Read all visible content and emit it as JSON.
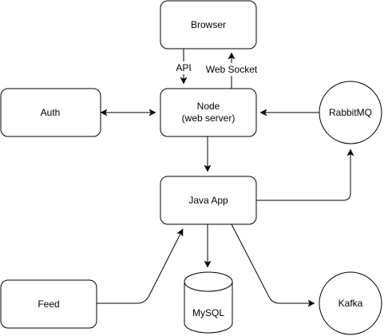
{
  "nodes": {
    "browser": {
      "label": "Browser",
      "shape": "rounded-rect"
    },
    "auth": {
      "label": "Auth",
      "shape": "rounded-rect"
    },
    "node": {
      "label_line1": "Node",
      "label_line2": "(web server)",
      "shape": "rounded-rect"
    },
    "rabbitmq": {
      "label": "RabbitMQ",
      "shape": "circle"
    },
    "java_app": {
      "label": "Java App",
      "shape": "rounded-rect"
    },
    "feed": {
      "label": "Feed",
      "shape": "rounded-rect"
    },
    "mysql": {
      "label": "MySQL",
      "shape": "cylinder"
    },
    "kafka": {
      "label": "Kafka",
      "shape": "circle"
    }
  },
  "edges": [
    {
      "from": "browser",
      "to": "node",
      "label": "API"
    },
    {
      "from": "node",
      "to": "browser",
      "label": "Web Socket"
    },
    {
      "from": "node",
      "to": "auth",
      "label": "",
      "bidirectional": true
    },
    {
      "from": "rabbitmq",
      "to": "node",
      "label": ""
    },
    {
      "from": "node",
      "to": "java_app",
      "label": ""
    },
    {
      "from": "java_app",
      "to": "rabbitmq",
      "label": ""
    },
    {
      "from": "java_app",
      "to": "mysql",
      "label": ""
    },
    {
      "from": "java_app",
      "to": "kafka",
      "label": ""
    },
    {
      "from": "feed",
      "to": "java_app",
      "label": ""
    }
  ],
  "colors": {
    "stroke": "#000000",
    "fill": "#ffffff",
    "text": "#000000"
  }
}
